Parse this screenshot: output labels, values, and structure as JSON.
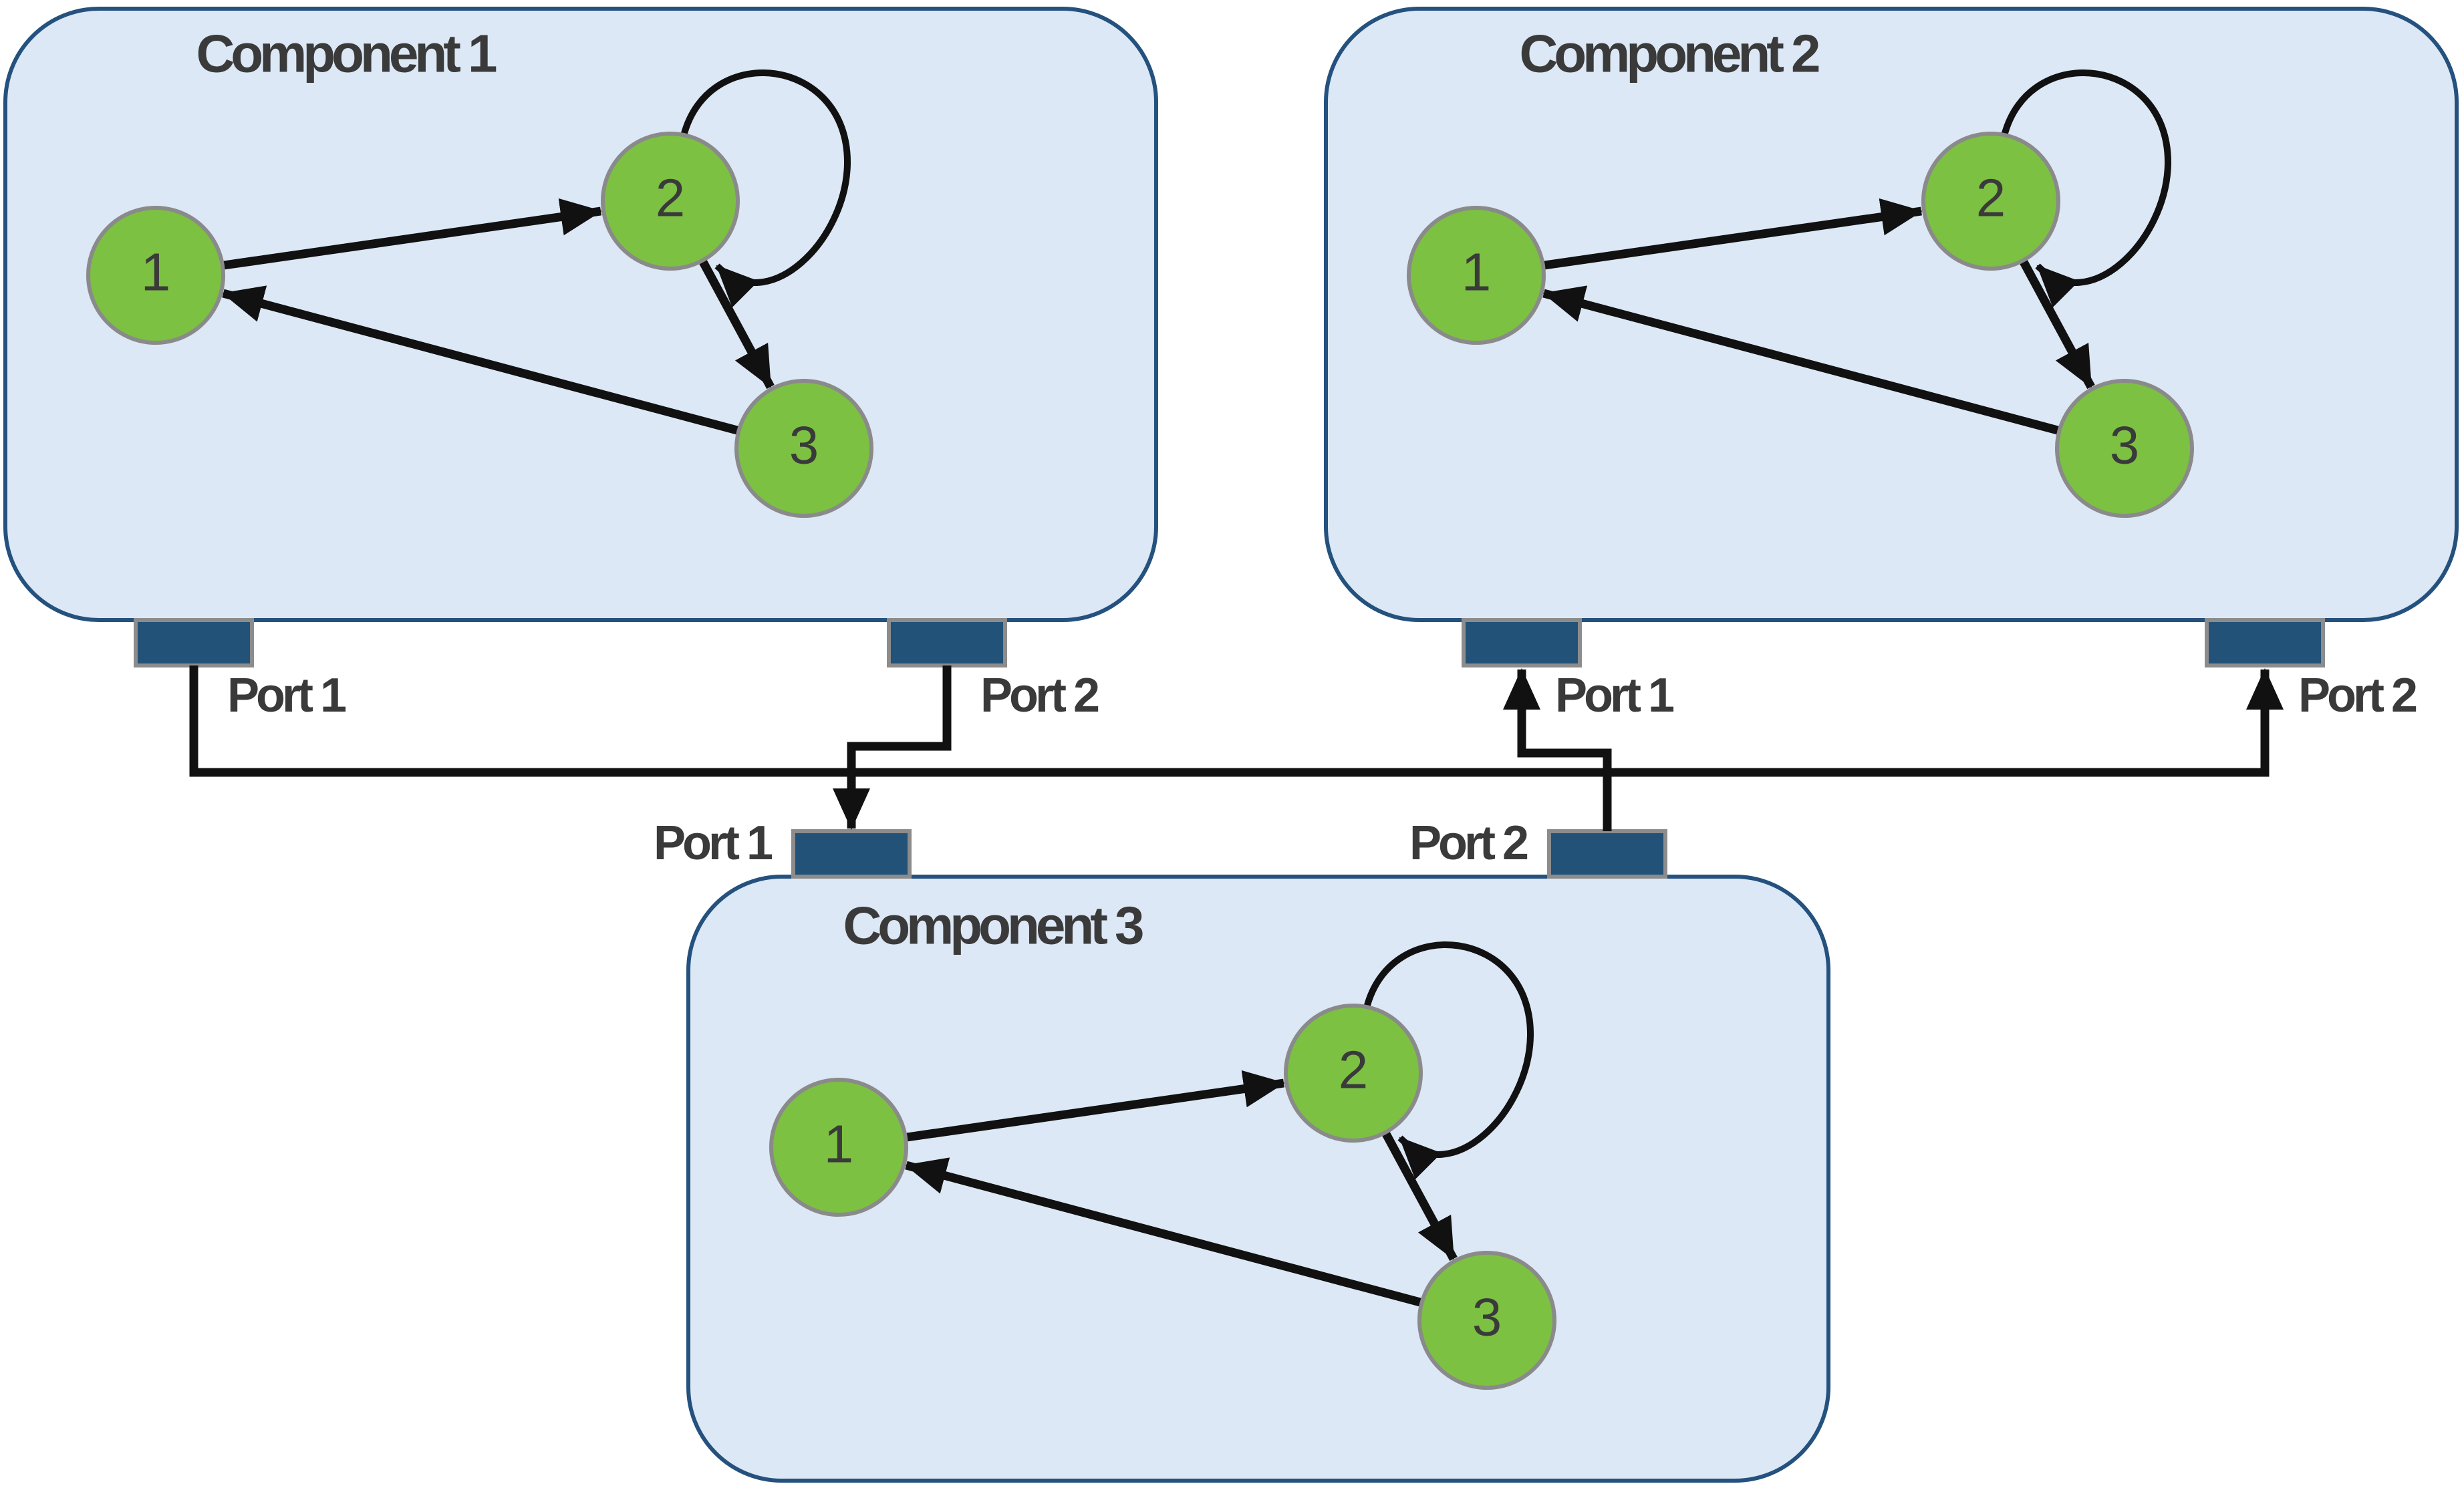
{
  "colors": {
    "background": "#FFFFFF",
    "component_fill": "#DCE8F5",
    "component_border": "#24517E",
    "node_fill": "#7CC142",
    "node_border": "#8A8A8A",
    "port_fill": "#225278",
    "port_border": "#8C8C8C",
    "arrow": "#111111",
    "text": "#3A3A3A"
  },
  "components": [
    {
      "title": "Component 1",
      "nodes": [
        "1",
        "2",
        "3"
      ],
      "edges": [
        "1→2",
        "2→3",
        "3→1",
        "2→2 self-loop"
      ],
      "ports": [
        {
          "label": "Port 1"
        },
        {
          "label": "Port 2"
        }
      ]
    },
    {
      "title": "Component 2",
      "nodes": [
        "1",
        "2",
        "3"
      ],
      "edges": [
        "1→2",
        "2→3",
        "3→1",
        "2→2 self-loop"
      ],
      "ports": [
        {
          "label": "Port 1"
        },
        {
          "label": "Port 2"
        }
      ]
    },
    {
      "title": "Component 3",
      "nodes": [
        "1",
        "2",
        "3"
      ],
      "edges": [
        "1→2",
        "2→3",
        "3→1",
        "2→2 self-loop"
      ],
      "ports": [
        {
          "label": "Port 1"
        },
        {
          "label": "Port 2"
        }
      ]
    }
  ],
  "connections": [
    {
      "from": "Component 1 / Port 1",
      "to": "Component 2 / Port 2"
    },
    {
      "from": "Component 1 / Port 2",
      "to": "Component 3 / Port 1"
    },
    {
      "from": "Component 3 / Port 2",
      "to": "Component 2 / Port 1"
    }
  ]
}
